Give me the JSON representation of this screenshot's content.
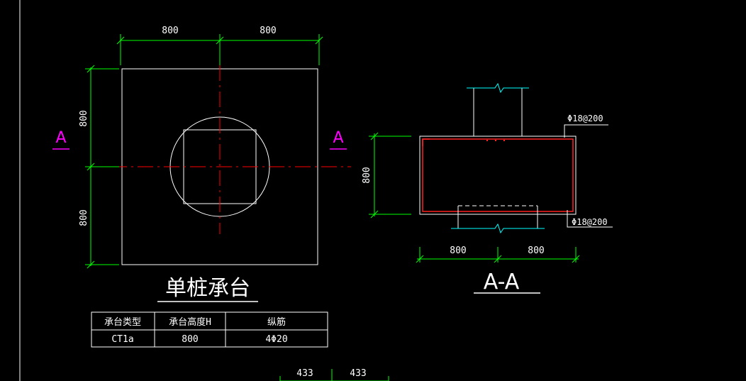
{
  "plan": {
    "dim_top_left": "800",
    "dim_top_right": "800",
    "dim_left_top": "800",
    "dim_left_bottom": "800",
    "section_mark_left": "A",
    "section_mark_right": "A",
    "title": "单桩承台"
  },
  "table": {
    "headers": [
      "承台类型",
      "承台高度H",
      "纵筋"
    ],
    "rows": [
      [
        "CT1a",
        "800",
        "4Φ20"
      ]
    ]
  },
  "section": {
    "title": "A-A",
    "rebar_top": "Φ18@200",
    "rebar_bottom": "Φ18@200",
    "dim_height": "800",
    "dim_bottom_left": "800",
    "dim_bottom_right": "800"
  },
  "bottom_dims": {
    "left": "433",
    "right": "433"
  },
  "colors": {
    "background": "#000000",
    "outline": "#ffffff",
    "dimension": "#00ff00",
    "centerline": "#ff0000",
    "section_mark": "#ff00ff",
    "column": "#00ffff",
    "rebar": "#ff2020"
  }
}
